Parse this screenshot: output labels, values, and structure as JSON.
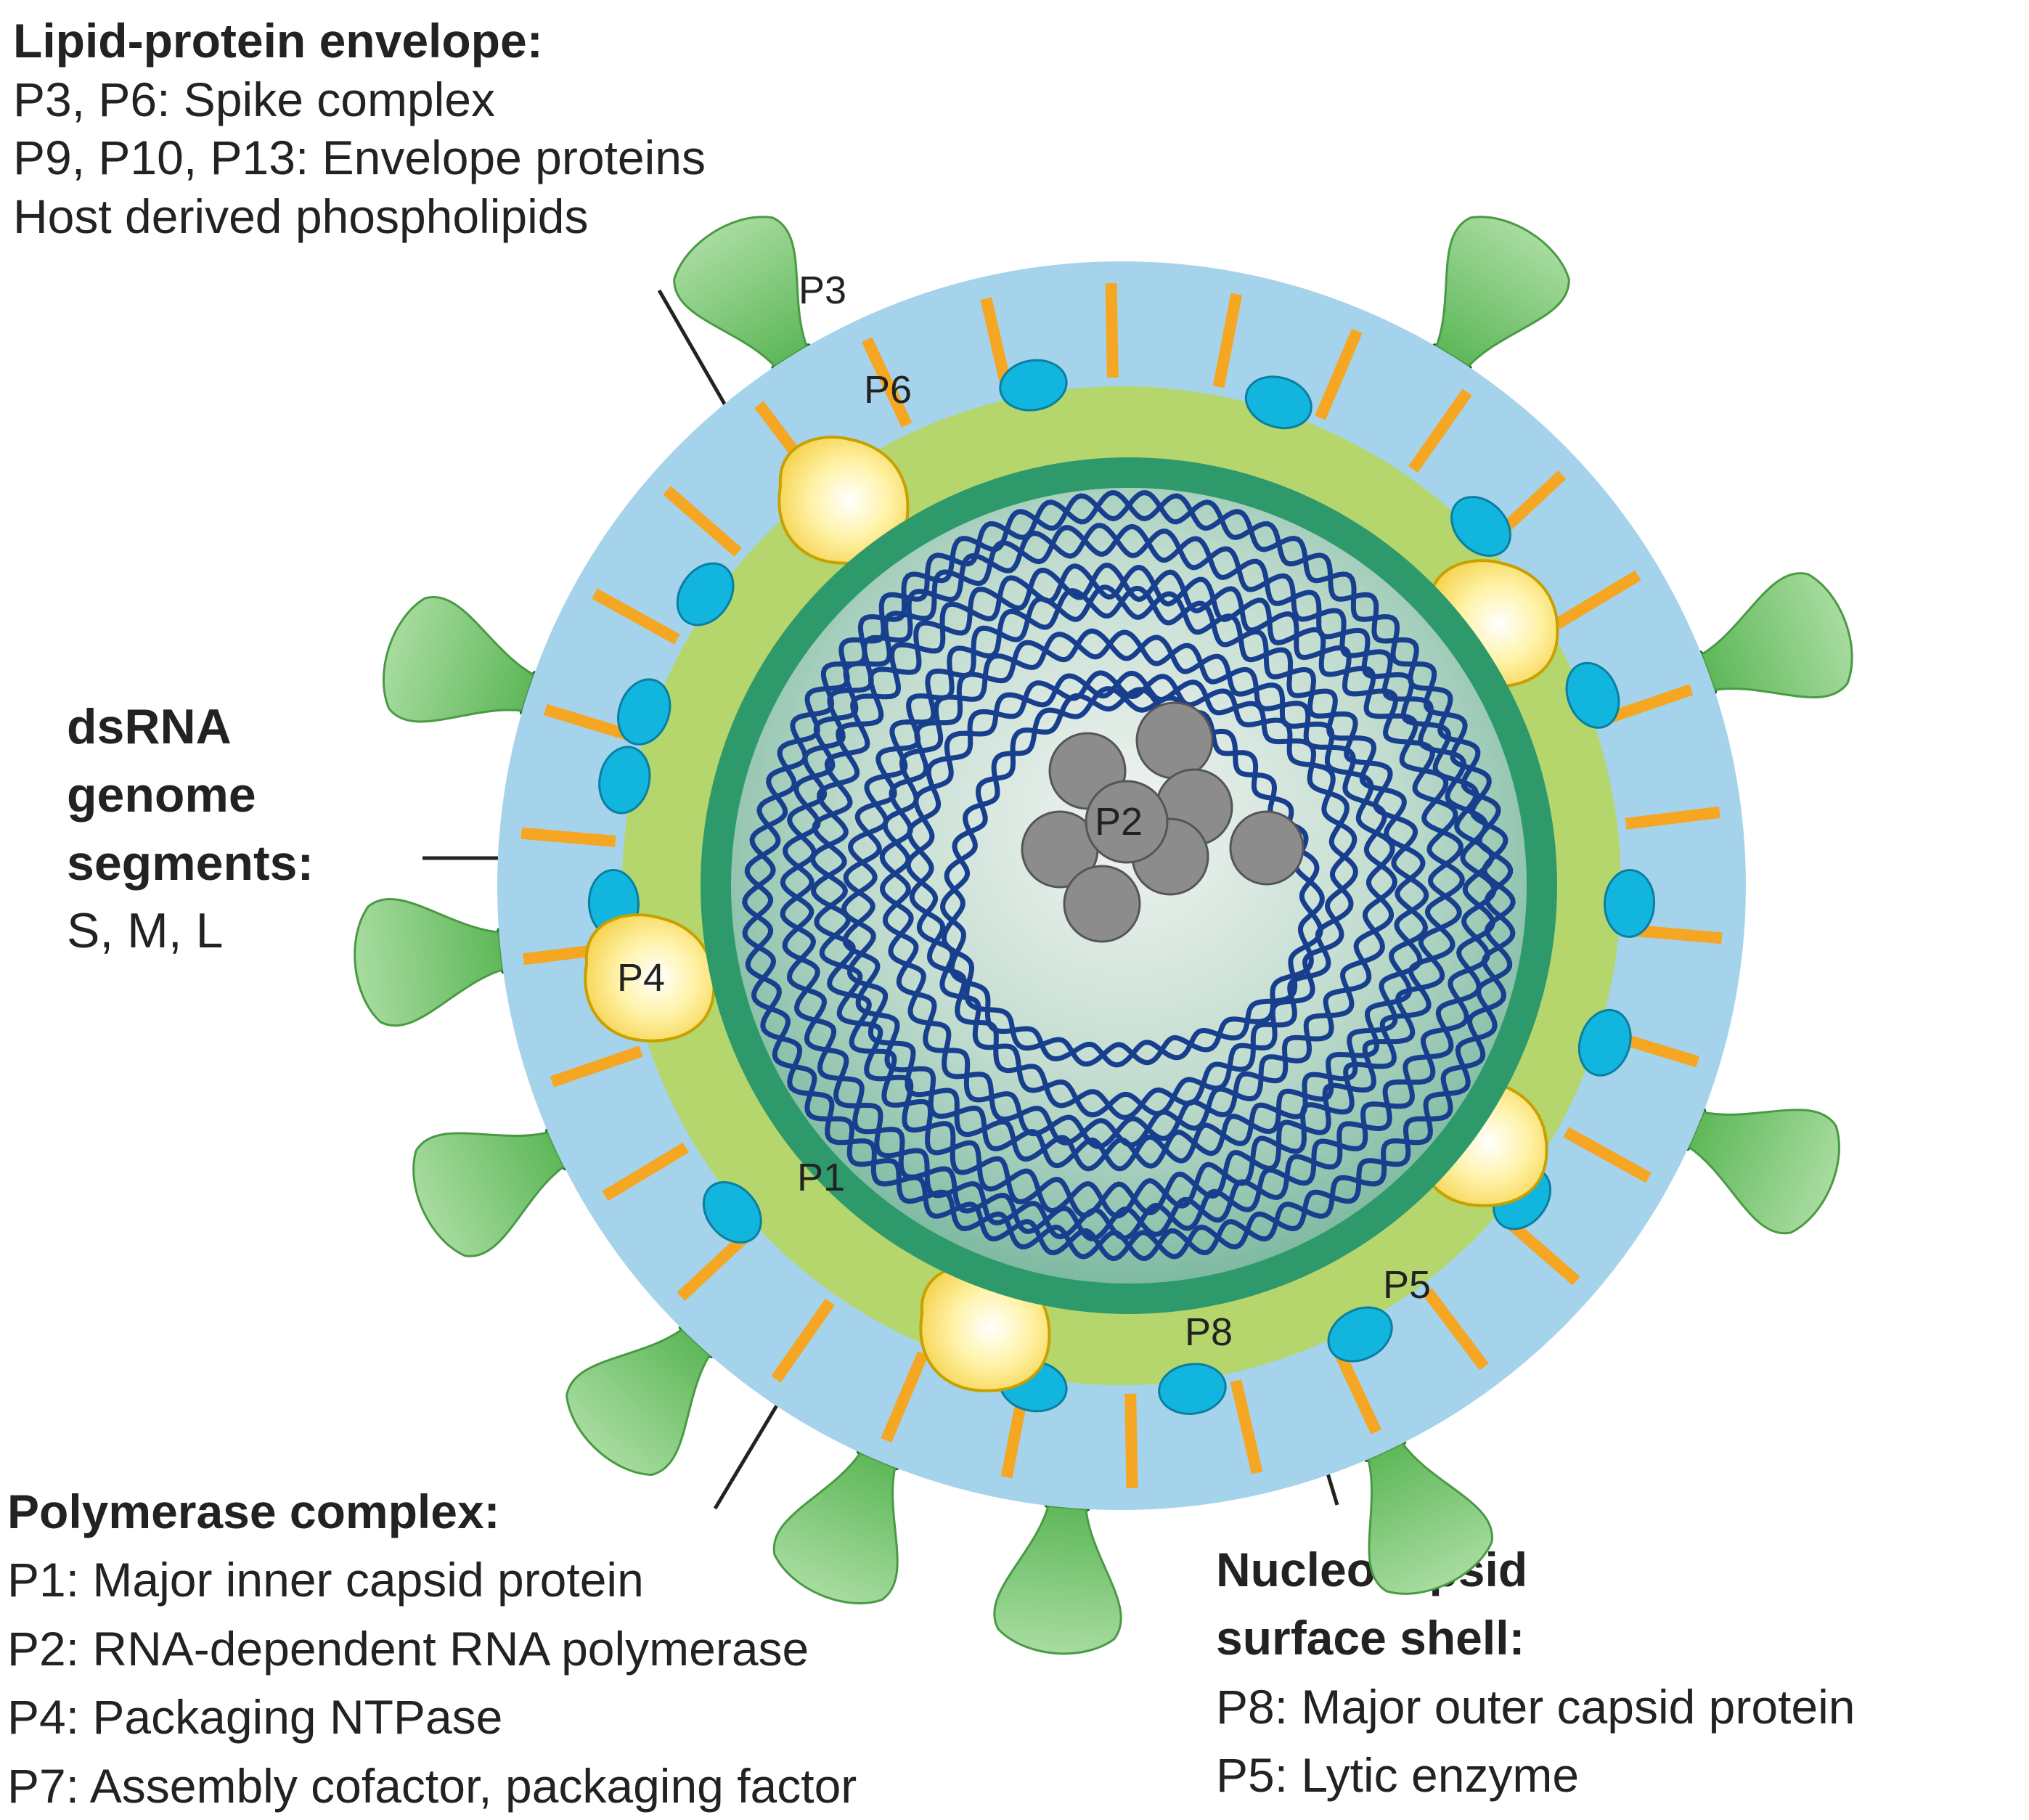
{
  "labels": {
    "envelope": {
      "title": "Lipid-protein envelope:",
      "lines": [
        "P3, P6: Spike complex",
        "P9, P10, P13: Envelope proteins",
        "Host derived phospholipids"
      ]
    },
    "genome": {
      "title_lines": [
        "dsRNA",
        "genome",
        "segments:"
      ],
      "detail": "S, M, L"
    },
    "polymerase": {
      "title": "Polymerase complex:",
      "lines": [
        "P1: Major inner capsid protein",
        "P2: RNA-dependent RNA polymerase",
        "P4: Packaging NTPase",
        "P7: Assembly cofactor, packaging factor"
      ]
    },
    "nucleocapsid": {
      "title_lines": [
        "Nucleocapsid",
        "surface shell:"
      ],
      "lines": [
        "P8: Major outer capsid protein",
        "P5: Lytic enzyme"
      ]
    }
  },
  "protein_tags": {
    "p1": "P1",
    "p2": "P2",
    "p3": "P3",
    "p4": "P4",
    "p5": "P5",
    "p6": "P6",
    "p8": "P8"
  },
  "colors": {
    "envelope": "#a6d3ec",
    "shell": "#b5d56d",
    "core_ring": "#2e9a6c",
    "core_inner": "#a9d3bf",
    "rna": "#173f8e",
    "polymerase": "#8c8c8c",
    "spike_head": "#8ccd7c",
    "spike_stem": "#1f9a2e",
    "envelope_protein": "#12b5dd",
    "lipid_rod": "#f5a623",
    "ntpase": "#fbe78a"
  }
}
